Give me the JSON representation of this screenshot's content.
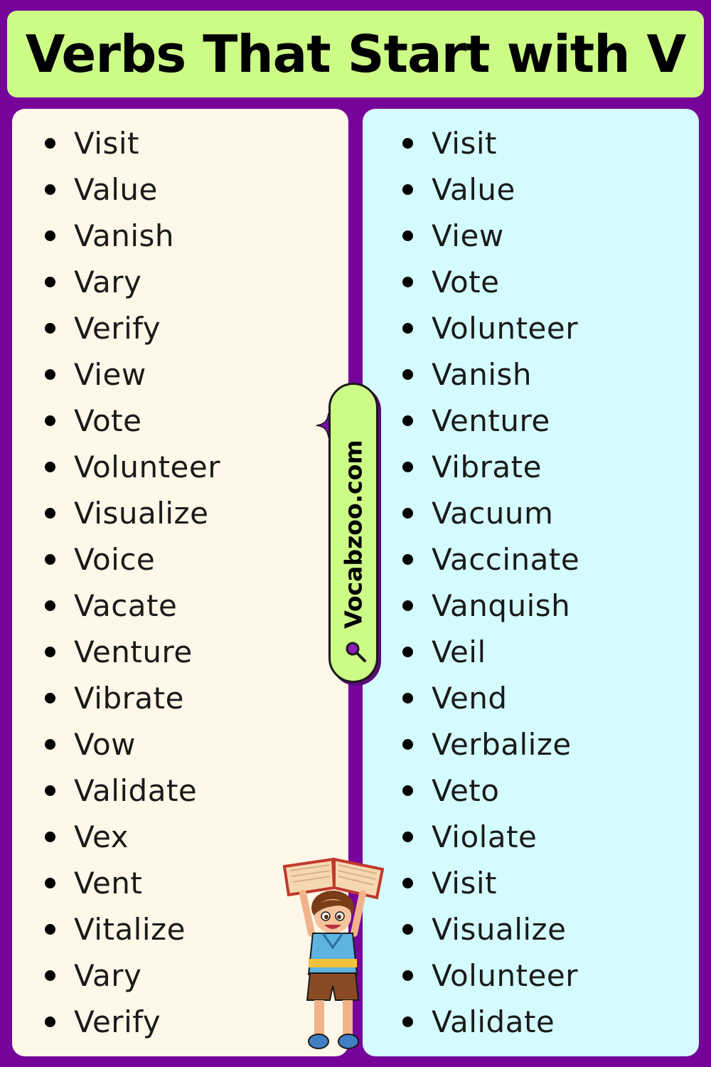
{
  "header": {
    "title": "Verbs That Start with V"
  },
  "watermark": {
    "text": "Vocabzoo.com",
    "icon": "search-icon"
  },
  "left_column": {
    "words": [
      "Visit",
      "Value",
      "Vanish",
      "Vary",
      "Verify",
      "View",
      "Vote",
      "Volunteer",
      "Visualize",
      "Voice",
      "Vacate",
      "Venture",
      "Vibrate",
      "Vow",
      "Validate",
      "Vex",
      "Vent",
      "Vitalize",
      "Vary",
      "Verify"
    ]
  },
  "right_column": {
    "words": [
      "Visit",
      "Value",
      "View",
      "Vote",
      "Volunteer",
      "Vanish",
      "Venture",
      "Vibrate",
      "Vacuum",
      "Vaccinate",
      "Vanquish",
      "Veil",
      "Vend",
      "Verbalize",
      "Veto",
      "Violate",
      "Visit",
      "Visualize",
      "Volunteer",
      "Validate"
    ]
  },
  "colors": {
    "background": "#76049a",
    "title_bar": "#ccfb86",
    "left_panel": "#fff7e8",
    "right_panel": "#d4fcfe",
    "watermark_pill": "#ccfb86"
  }
}
